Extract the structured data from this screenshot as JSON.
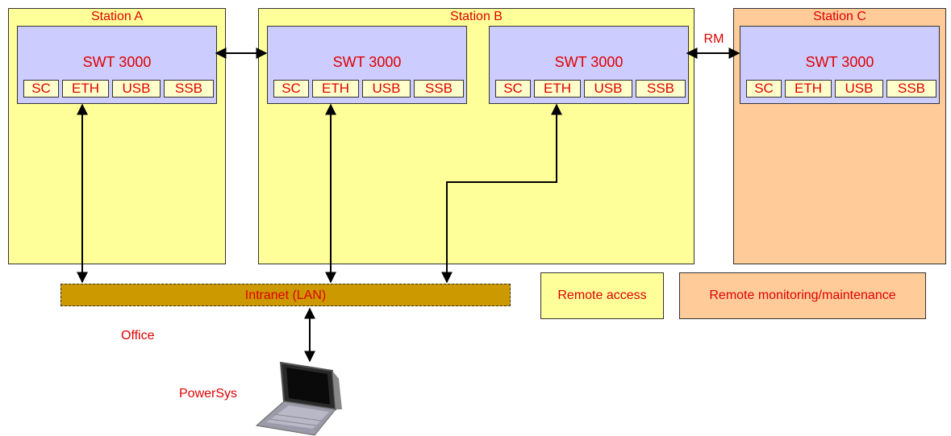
{
  "stations": [
    {
      "name": "Station A"
    },
    {
      "name": "Station B"
    },
    {
      "name": "Station C"
    }
  ],
  "device_label": "SWT 3000",
  "ports": [
    "SC",
    "ETH",
    "USB",
    "SSB"
  ],
  "rm_label": "RM",
  "lan_label": "Intranet (LAN)",
  "office_label": "Office",
  "powersys_label": "PowerSys",
  "legend": {
    "remote_access": "Remote access",
    "remote_monitoring": "Remote monitoring/maintenance"
  },
  "colors": {
    "station_fill": "#ffff99",
    "station_c_fill": "#ffcc99",
    "device_fill": "#ccccff",
    "port_fill": "#ffffcc",
    "lan_fill": "#cc9900",
    "text": "#e00000"
  }
}
